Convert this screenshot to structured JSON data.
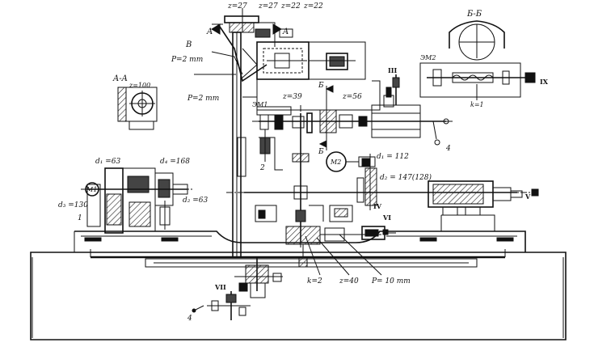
{
  "labels": {
    "z27_a": "z=27",
    "z27_b": "z=27",
    "z22_a": "z=22",
    "z22_b": "z=22",
    "sec_a_left": "A",
    "sec_a_right": "A",
    "sec_v": "В",
    "p2_upper": "P=2 mm",
    "p2_lower": "P=2 mm",
    "sec_aa_title": "A-A",
    "z100": "z=100",
    "sec_bb_title": "Б-Б",
    "m2_small": "ЭМ2",
    "k1": "k=1",
    "roman_9": "IX",
    "roman_3": "III",
    "b_upper": "Б",
    "b_lower": "Б",
    "z39": "z=39",
    "z56": "z=56",
    "em1": "ЭМ1",
    "shaft_4": "4",
    "shaft_2": "2",
    "m2_circle": "M2",
    "d1_112": "d₁ = 112",
    "d2_147": "d₂ = 147(128)",
    "d1_63": "d₁ =63",
    "d4_168": "d₄ =168",
    "m1_circle": "M1",
    "d3_130": "d₃ =130",
    "d2_63": "d₂ =63",
    "pos_1": "1",
    "roman_4": "IV",
    "roman_6": "VI",
    "roman_5": "V",
    "k2": "k=2",
    "z40": "z=40",
    "p10": "P= 10 mm",
    "roman_7": "VII",
    "handle_4": "4"
  }
}
